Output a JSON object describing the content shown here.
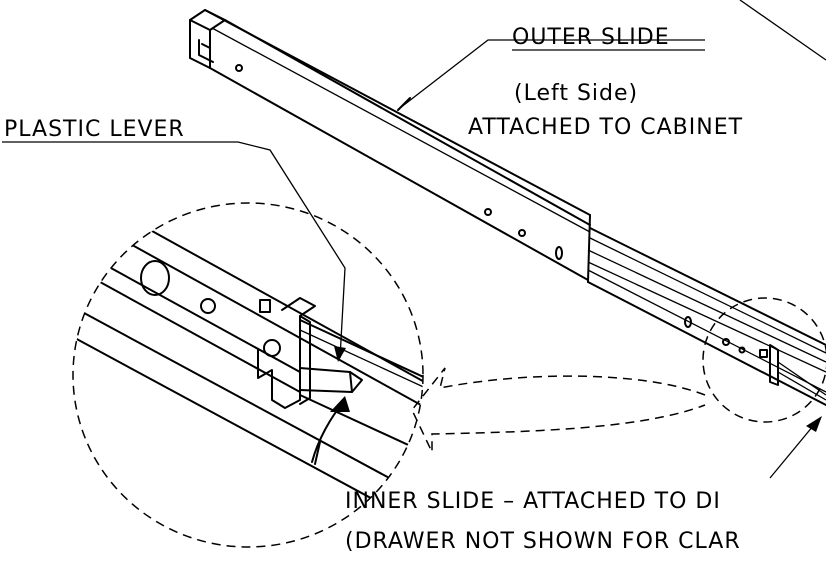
{
  "labels": {
    "outer_slide": "OUTER SLIDE",
    "left_side": "(Left Side)",
    "attached_cabinet": "ATTACHED TO CABINET",
    "plastic_lever": "PLASTIC LEVER",
    "inner_slide_line1": "INNER SLIDE – ATTACHED TO DI",
    "inner_slide_line2": "(DRAWER NOT SHOWN FOR CLAR"
  },
  "colors": {
    "line": "#000000",
    "background": "#ffffff"
  }
}
